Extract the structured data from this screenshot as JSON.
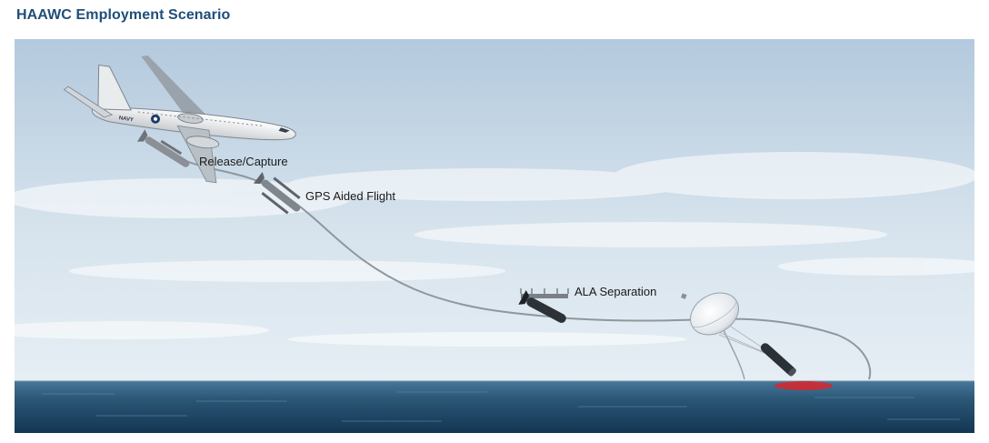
{
  "title": "HAAWC Employment Scenario",
  "labels": {
    "release": "Release/Capture",
    "gps": "GPS Aided Flight",
    "ala": "ALA Separation"
  },
  "aircraft_marking": "NAVY",
  "colors": {
    "title": "#1f4e79",
    "sky_top": "#b7cde0",
    "sky_bottom": "#e4edf3",
    "sea_top": "#3f6f8e",
    "sea_bottom": "#163a57",
    "impact_marker": "#d9262b"
  }
}
